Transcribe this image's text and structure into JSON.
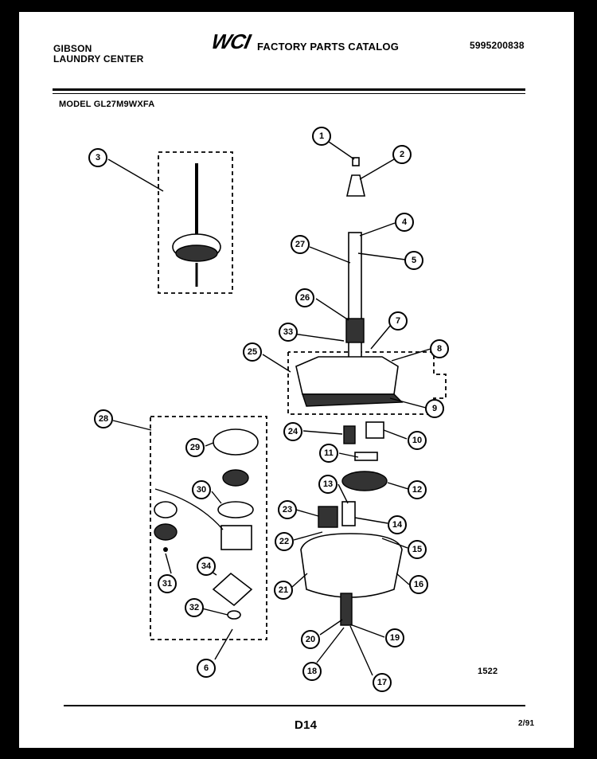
{
  "header": {
    "brand_line1": "GIBSON",
    "brand_line2": "LAUNDRY CENTER",
    "logo": "WCI",
    "catalog_title": "FACTORY PARTS CATALOG",
    "part_number": "5995200838",
    "model": "MODEL GL27M9WXFA"
  },
  "footer": {
    "diagram_code": "1522",
    "page": "D14",
    "date": "2/91"
  },
  "callouts": [
    {
      "id": "c1",
      "label": "1"
    },
    {
      "id": "c2",
      "label": "2"
    },
    {
      "id": "c3",
      "label": "3"
    },
    {
      "id": "c4",
      "label": "4"
    },
    {
      "id": "c5",
      "label": "5"
    },
    {
      "id": "c6",
      "label": "6"
    },
    {
      "id": "c7",
      "label": "7"
    },
    {
      "id": "c8",
      "label": "8"
    },
    {
      "id": "c9",
      "label": "9"
    },
    {
      "id": "c10",
      "label": "10"
    },
    {
      "id": "c11",
      "label": "11"
    },
    {
      "id": "c12",
      "label": "12"
    },
    {
      "id": "c13",
      "label": "13"
    },
    {
      "id": "c14",
      "label": "14"
    },
    {
      "id": "c15",
      "label": "15"
    },
    {
      "id": "c16",
      "label": "16"
    },
    {
      "id": "c17",
      "label": "17"
    },
    {
      "id": "c18",
      "label": "18"
    },
    {
      "id": "c19",
      "label": "19"
    },
    {
      "id": "c20",
      "label": "20"
    },
    {
      "id": "c21",
      "label": "21"
    },
    {
      "id": "c22",
      "label": "22"
    },
    {
      "id": "c23",
      "label": "23"
    },
    {
      "id": "c24",
      "label": "24"
    },
    {
      "id": "c25",
      "label": "25"
    },
    {
      "id": "c26",
      "label": "26"
    },
    {
      "id": "c27",
      "label": "27"
    },
    {
      "id": "c28",
      "label": "28"
    },
    {
      "id": "c29",
      "label": "29"
    },
    {
      "id": "c30",
      "label": "30"
    },
    {
      "id": "c31",
      "label": "31"
    },
    {
      "id": "c32",
      "label": "32"
    },
    {
      "id": "c33",
      "label": "33"
    },
    {
      "id": "c34",
      "label": "34"
    }
  ]
}
